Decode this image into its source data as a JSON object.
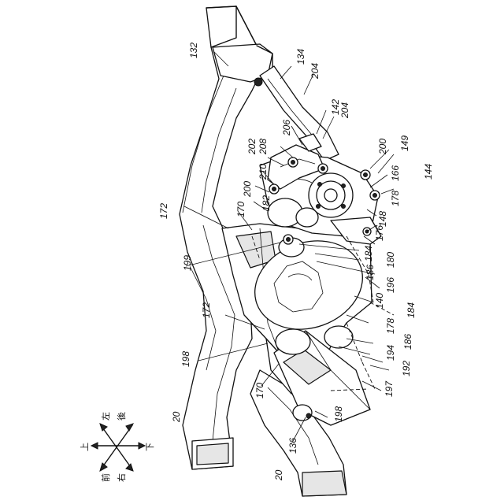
{
  "labels": {
    "l132": "132",
    "l134": "134",
    "l204a": "204",
    "l142": "142",
    "l204b": "204",
    "l206": "206",
    "l202": "202",
    "l208": "208",
    "l200a": "200",
    "l149": "149",
    "l210": "210",
    "l200b": "200",
    "l166": "166",
    "l144": "144",
    "l178a": "178",
    "l182": "182",
    "l170a": "170",
    "l172a": "172",
    "l148": "148",
    "l176": "176",
    "l184a": "184",
    "l180": "180",
    "l199": "199",
    "l186a": "186",
    "l196": "196",
    "l140": "140",
    "l184b": "184",
    "l172b": "172",
    "l178b": "178",
    "l186b": "186",
    "l194": "194",
    "l198a": "198",
    "l192": "192",
    "l170b": "170",
    "l197": "197",
    "l198b": "198",
    "l20a": "20",
    "l136": "136",
    "l20b": "20"
  },
  "directions": {
    "up": "上",
    "down": "下",
    "left": "左",
    "right": "右",
    "front": "前",
    "rear": "後"
  }
}
